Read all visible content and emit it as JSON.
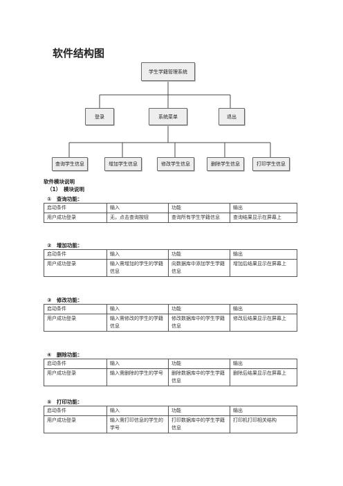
{
  "title": "软件结构图",
  "diagram": {
    "root": "学生学籍管理系统",
    "level2": [
      "登录",
      "系统菜单",
      "退出"
    ],
    "level3": [
      "查询学生信息",
      "增加学生信息",
      "修改学生信息",
      "删除学生信息",
      "打印学生信息"
    ]
  },
  "section_heading": "软件模块说明",
  "subsection_heading": "（1）　模块说明",
  "headers": [
    "启动条件",
    "输入",
    "功能",
    "输出"
  ],
  "modules": [
    {
      "heading": "①　查询功能：",
      "row": [
        "用户成功登录",
        "无，点击查询按钮",
        "查询所有学生学籍信息",
        "查询结果显示在屏幕上"
      ]
    },
    {
      "heading": "②　增加功能：",
      "row": [
        "用户成功登录",
        "输入需增加的学生的学籍信息",
        "向数据库中添加学生学籍信息",
        "增加后结果显示在屏幕上"
      ]
    },
    {
      "heading": "③　修改功能：",
      "row": [
        "用户成功登录",
        "输入需修改的学生的学籍信息",
        "修改数据库中的学生学籍信息",
        "修改后结果显示在屏幕上"
      ]
    },
    {
      "heading": "④　删除功能：",
      "row": [
        "用户成功登录",
        "输入需删除的学生的学号",
        "删除数据库中的学生学籍信息",
        "删除后结果显示在屏幕上"
      ]
    },
    {
      "heading": "⑤　打印功能：",
      "row": [
        "用户成功登录",
        "输入需打印信息的学生的学号",
        "打印数据库中的学生学籍信息",
        "打印机打印相关结构"
      ]
    }
  ]
}
